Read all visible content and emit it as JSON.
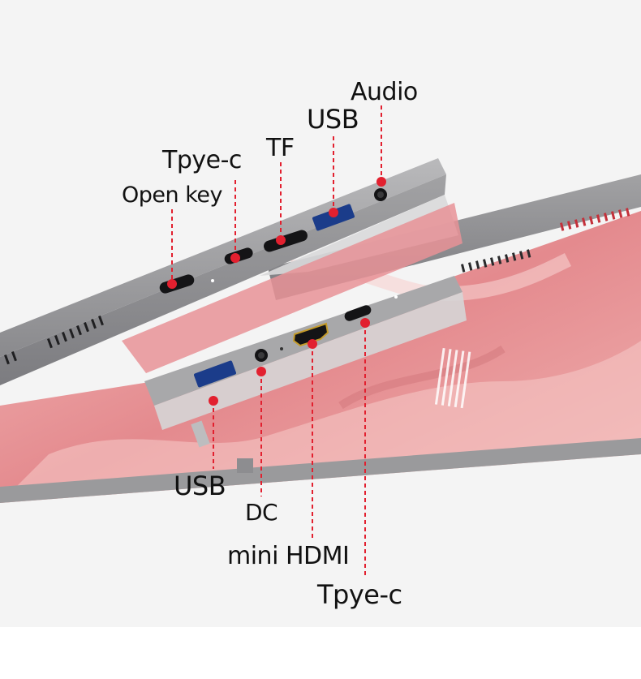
{
  "scene": {
    "description_colors": {
      "background": "#f3f3f3",
      "chassis": "#8d8d8f",
      "chassis_dark": "#6f6f72",
      "screen_pink": "#e58c90",
      "screen_pink_light": "#f2b8b7",
      "callout_red": "#e2202f"
    }
  },
  "labels": {
    "top": {
      "open_key": "Open key",
      "type_c": "Tpye-c",
      "tf": "TF",
      "usb": "USB",
      "audio": "Audio"
    },
    "bottom": {
      "usb": "USB",
      "dc": "DC",
      "mini_hdmi": "mini HDMI",
      "type_c": "Tpye-c"
    }
  },
  "icons": [
    "usb-port-icon",
    "usb-c-port-icon",
    "tf-slot-icon",
    "audio-jack-icon",
    "hdmi-port-icon",
    "dc-jack-icon",
    "power-button-icon"
  ]
}
